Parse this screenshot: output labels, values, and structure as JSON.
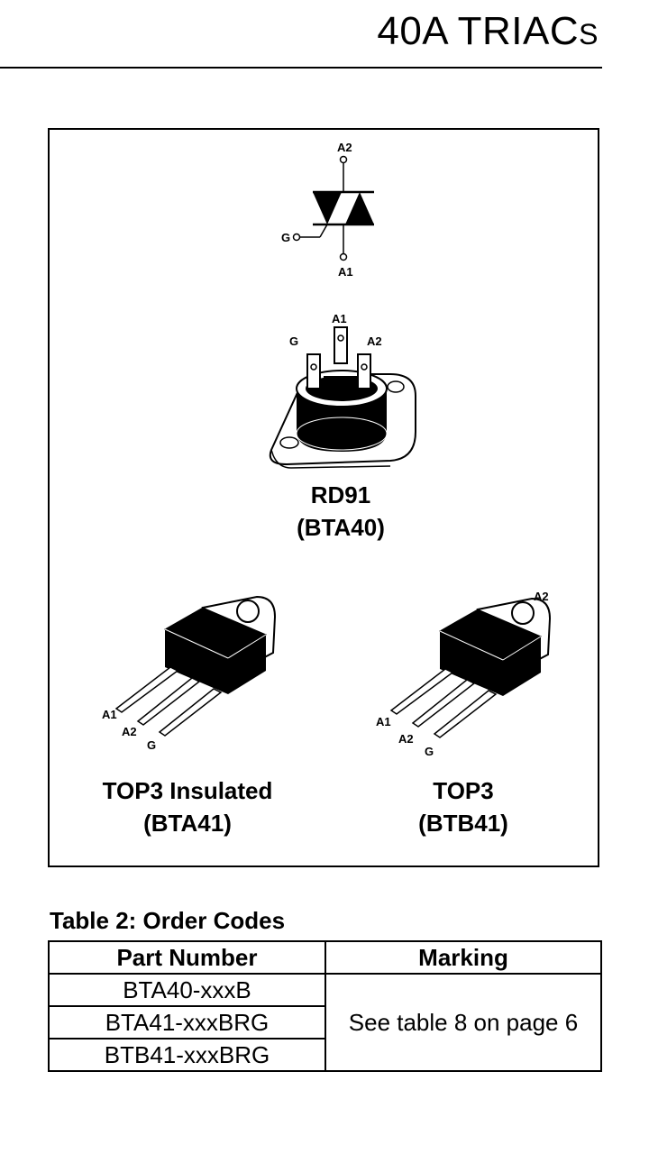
{
  "header": {
    "title_main": "40A TRIAC",
    "title_suffix": "S"
  },
  "symbol": {
    "pin_a2": "A2",
    "pin_a1": "A1",
    "pin_g": "G"
  },
  "rd91": {
    "pin_a1": "A1",
    "pin_g": "G",
    "pin_a2": "A2",
    "name": "RD91",
    "part": "(BTA40)"
  },
  "top3_insulated": {
    "pin_a1": "A1",
    "pin_a2": "A2",
    "pin_g": "G",
    "name": "TOP3 Insulated",
    "part": "(BTA41)"
  },
  "top3": {
    "pin_tab": "A2",
    "pin_a1": "A1",
    "pin_a2": "A2",
    "pin_g": "G",
    "name": "TOP3",
    "part": "(BTB41)"
  },
  "order_table": {
    "caption": "Table 2: Order Codes",
    "headers": [
      "Part Number",
      "Marking"
    ],
    "rows": [
      "BTA40-xxxB",
      "BTA41-xxxBRG",
      "BTB41-xxxBRG"
    ],
    "marking": "See table 8 on page 6"
  }
}
